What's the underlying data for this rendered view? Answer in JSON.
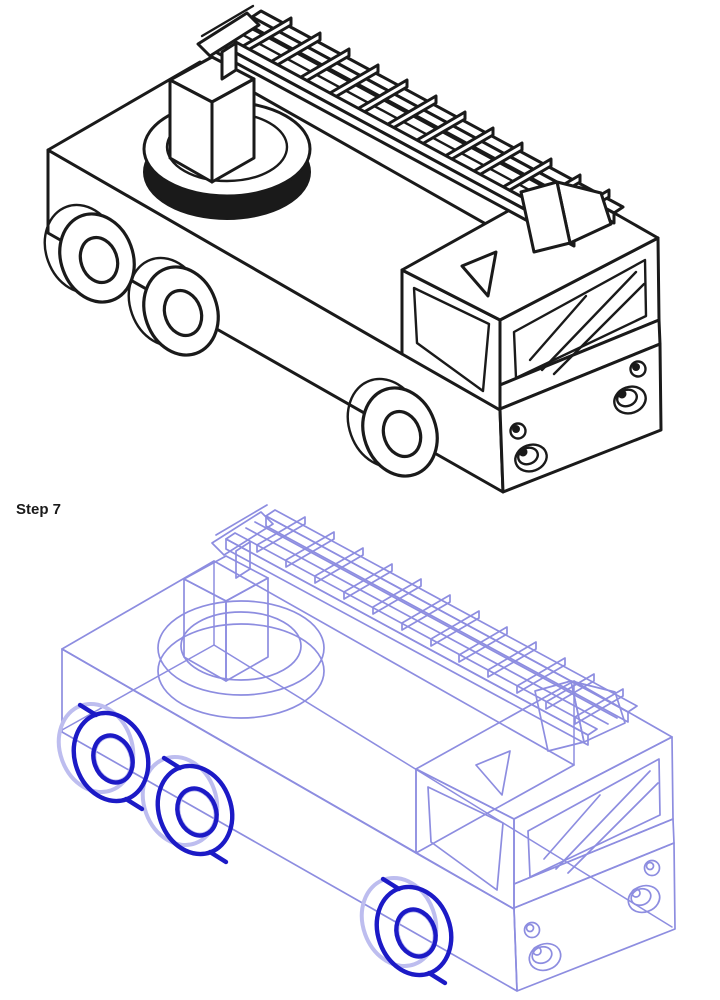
{
  "step_label": "Step 7",
  "colors": {
    "ink": "#1a1a1a",
    "wireframe": "#8d8de0",
    "wireframe-light": "#bdbdef",
    "highlight": "#1c1ac6",
    "background": "#ffffff",
    "label": "#1a1a1a"
  },
  "panels": [
    {
      "name": "reference-drawing"
    },
    {
      "name": "step-7-drawing"
    }
  ]
}
